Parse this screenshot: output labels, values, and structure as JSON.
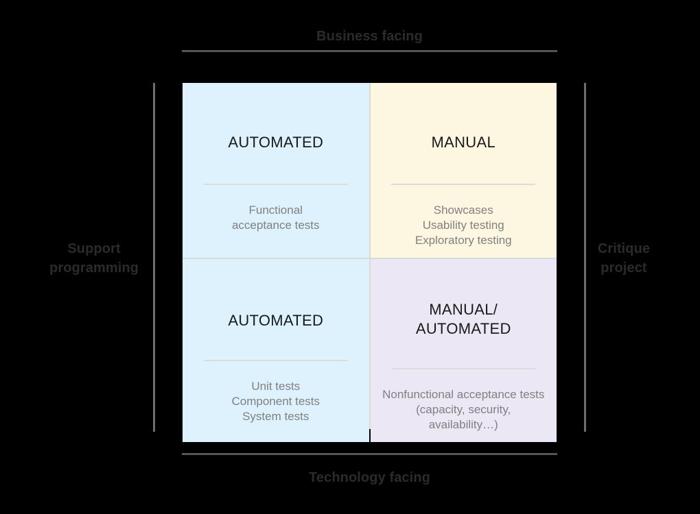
{
  "axes": {
    "top": "Business facing",
    "bottom": "Technology facing",
    "left": "Support\nprogramming",
    "right": "Critique\nproject"
  },
  "colors": {
    "background": "#000000",
    "axis_label": "#2b2b2b",
    "axis_rule_horizontal": "#555555",
    "axis_rule_vertical": "#6e6e6e",
    "quadrant_title": "#1a1a1a",
    "quadrant_body": "#808080",
    "quadrant_divider": "#dcdcdc",
    "grid_gap": "#d8dcd8",
    "q1_fill": "#ddf2fd",
    "q2_fill": "#fdf6e1",
    "q3_fill": "#ddf2fd",
    "q4_fill": "#ece7f5"
  },
  "quadrants": [
    {
      "id": "top-left",
      "title": "AUTOMATED",
      "body": "Functional\nacceptance tests",
      "fill": "#ddf2fd"
    },
    {
      "id": "top-right",
      "title": "MANUAL",
      "body": "Showcases\nUsability testing\nExploratory testing",
      "fill": "#fdf6e1"
    },
    {
      "id": "bottom-left",
      "title": "AUTOMATED",
      "body": "Unit tests\nComponent tests\nSystem tests",
      "fill": "#ddf2fd"
    },
    {
      "id": "bottom-right",
      "title": "MANUAL/\nAUTOMATED",
      "body": "Nonfunctional acceptance tests (capacity, security, availability…)",
      "fill": "#ece7f5"
    }
  ]
}
